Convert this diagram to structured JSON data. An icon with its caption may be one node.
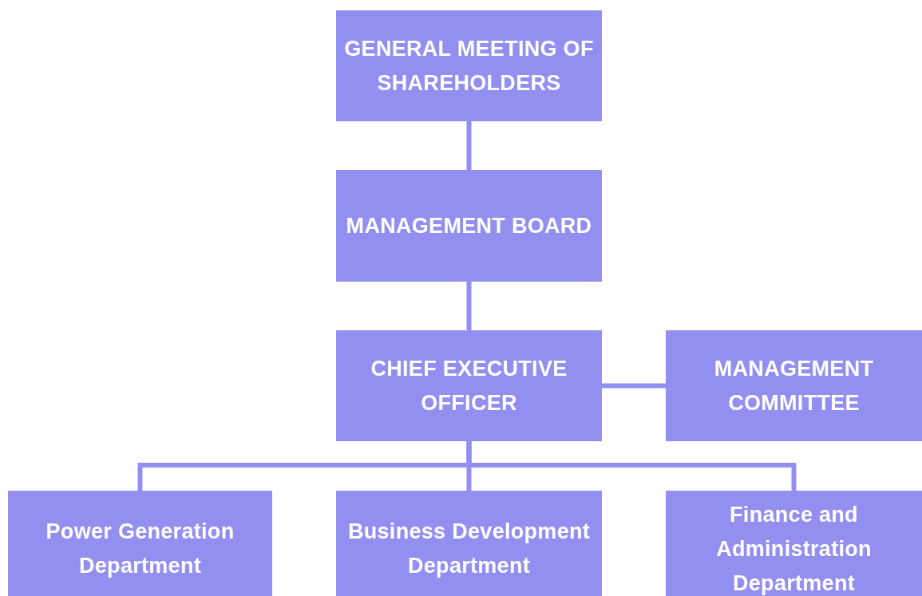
{
  "diagram": {
    "nodes": [
      {
        "text": [
          "GENERAL MEETING OF SHAREHOLDERS"
        ]
      },
      {
        "text": [
          "MANAGEMENT BOARD"
        ]
      },
      {
        "text": [
          "CHIEF EXECUTIVE OFFICER"
        ]
      },
      {
        "text": [
          "MANAGEMENT COMMITTEE"
        ]
      },
      {
        "text": [
          "Power Generation Department"
        ]
      },
      {
        "text": [
          "Business Development Department"
        ]
      },
      {
        "text": [
          "Finance and Administration Department"
        ]
      }
    ],
    "edges": [
      {
        "from": 0,
        "to": 1,
        "arrow": "none"
      },
      {
        "from": 1,
        "to": 2,
        "arrow": "none"
      },
      {
        "from": 2,
        "to": 3,
        "arrow": "none"
      },
      {
        "from": 2,
        "to": 4,
        "arrow": "none"
      },
      {
        "from": 2,
        "to": 5,
        "arrow": "none"
      },
      {
        "from": 2,
        "to": 6,
        "arrow": "none"
      }
    ]
  }
}
